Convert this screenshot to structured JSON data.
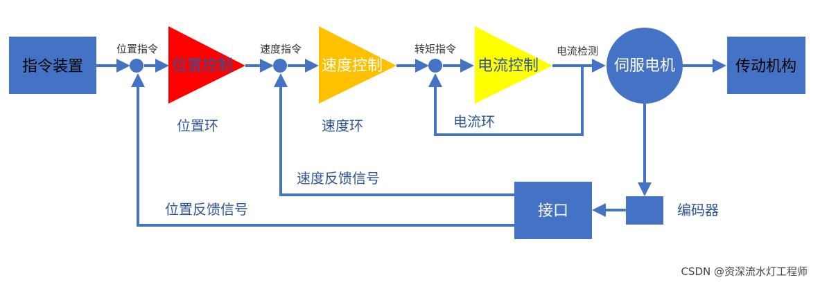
{
  "nodes": {
    "command_device": "指令装置",
    "position_control": "位置控制",
    "speed_control": "速度控制",
    "current_control": "电流控制",
    "servo_motor": "伺服电机",
    "transmission": "传动机构",
    "interface": "接口",
    "encoder": "编码器"
  },
  "signals": {
    "position_command": "位置指令",
    "speed_command": "速度指令",
    "torque_command": "转矩指令",
    "current_detection": "电流检测"
  },
  "loops": {
    "position_loop": "位置环",
    "speed_loop": "速度环",
    "current_loop": "电流环",
    "speed_feedback": "速度反馈信号",
    "position_feedback": "位置反馈信号"
  },
  "colors": {
    "box_fill": "#4472c4",
    "line": "#4472c4",
    "position_tri": "#ff0000",
    "speed_tri": "#ffc000",
    "current_tri": "#ffff00",
    "position_text": "#2f5597",
    "speed_text": "#ffffff",
    "current_text": "#2f5597"
  },
  "watermark": "CSDN @资深流水灯工程师"
}
